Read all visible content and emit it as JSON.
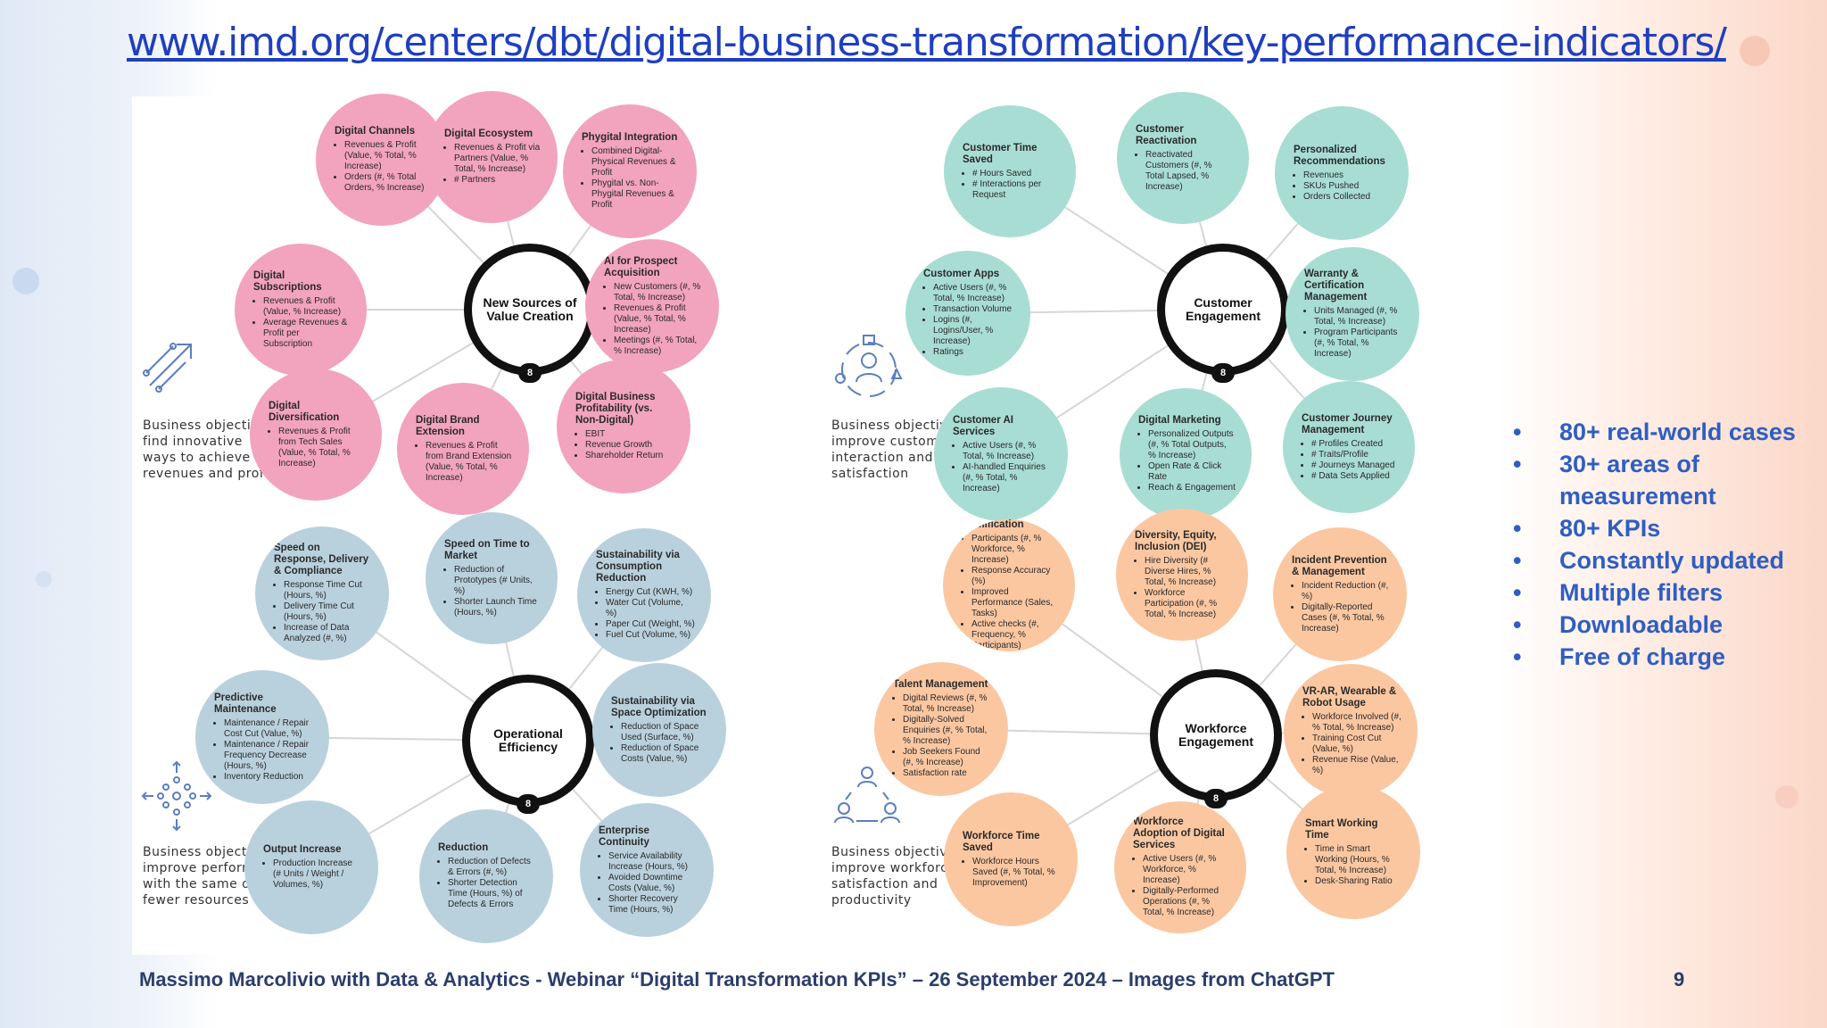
{
  "url": "www.imd.org/centers/dbt/digital-business-transformation/key-performance-indicators/",
  "colors": {
    "pink": "#f2a3bd",
    "teal": "#a8ddd3",
    "blue": "#b9d1dd",
    "peach": "#fbc7a1",
    "bullet_text": "#2f5ec2"
  },
  "quadrants": [
    {
      "id": "value-creation",
      "hub_title": "New Sources of Value Creation",
      "hub_count": "8",
      "icon": "circuit-arrow-icon",
      "objective": "Business objective: find innovative ways to achieve revenues and profit",
      "bubbles": [
        {
          "title": "Digital Channels",
          "items": [
            "Revenues & Profit (Value, % Total, % Increase)",
            "Orders (#, % Total Orders, % Increase)"
          ]
        },
        {
          "title": "Digital Ecosystem",
          "items": [
            "Revenues & Profit via Partners (Value, % Total, % Increase)",
            "# Partners"
          ]
        },
        {
          "title": "Phygital Integration",
          "items": [
            "Combined Digital-Physical Revenues & Profit",
            "Phygital vs. Non-Phygital Revenues & Profit"
          ]
        },
        {
          "title": "Digital Subscriptions",
          "items": [
            "Revenues & Profit (Value, % Increase)",
            "Average Revenues & Profit per Subscription"
          ]
        },
        {
          "title": "AI for Prospect Acquisition",
          "items": [
            "New Customers (#, % Total, % Increase)",
            "Revenues & Profit (Value, % Total, % Increase)",
            "Meetings (#, % Total, % Increase)"
          ]
        },
        {
          "title": "Digital Diversification",
          "items": [
            "Revenues & Profit from Tech Sales (Value, % Total, % Increase)"
          ]
        },
        {
          "title": "Digital Brand Extension",
          "items": [
            "Revenues & Profit from Brand Extension (Value, % Total, % Increase)"
          ]
        },
        {
          "title": "Digital Business Profitability (vs. Non-Digital)",
          "items": [
            "EBIT",
            "Revenue Growth",
            "Shareholder Return"
          ]
        }
      ]
    },
    {
      "id": "customer-engagement",
      "hub_title": "Customer Engagement",
      "hub_count": "8",
      "icon": "people-network-icon",
      "objective": "Business objective: improve customer interaction and satisfaction",
      "bubbles": [
        {
          "title": "Customer Time Saved",
          "items": [
            "# Hours Saved",
            "# Interactions per Request"
          ]
        },
        {
          "title": "Customer Reactivation",
          "items": [
            "Reactivated Customers (#, % Total Lapsed, % Increase)"
          ]
        },
        {
          "title": "Personalized Recommendations",
          "items": [
            "Revenues",
            "SKUs Pushed",
            "Orders Collected"
          ]
        },
        {
          "title": "Customer Apps",
          "items": [
            "Active Users (#, % Total, % Increase)",
            "Transaction Volume",
            "Logins (#, Logins/User, % Increase)",
            "Ratings"
          ]
        },
        {
          "title": "Warranty & Certification Management",
          "items": [
            "Units Managed (#, % Total, % Increase)",
            "Program Participants (#, % Total, % Increase)"
          ]
        },
        {
          "title": "Customer AI Services",
          "items": [
            "Active Users (#, % Total, % Increase)",
            "AI-handled Enquiries (#, % Total, % Increase)"
          ]
        },
        {
          "title": "Digital Marketing",
          "items": [
            "Personalized Outputs (#, % Total Outputs, % Increase)",
            "Open Rate & Click Rate",
            "Reach & Engagement"
          ]
        },
        {
          "title": "Customer Journey Management",
          "items": [
            "# Profiles Created",
            "# Traits/Profile",
            "# Journeys Managed",
            "# Data Sets Applied"
          ]
        }
      ]
    },
    {
      "id": "operational-efficiency",
      "hub_title": "Operational Efficiency",
      "hub_count": "8",
      "icon": "network-nodes-icon",
      "objective": "Business objective: improve performances with the same or fewer resources",
      "bubbles": [
        {
          "title": "Speed on Response, Delivery & Compliance",
          "items": [
            "Response Time Cut (Hours, %)",
            "Delivery Time Cut (Hours, %)",
            "Increase of Data Analyzed (#, %)"
          ]
        },
        {
          "title": "Speed on Time to Market",
          "items": [
            "Reduction of Prototypes (# Units, %)",
            "Shorter Launch Time (Hours, %)"
          ]
        },
        {
          "title": "Sustainability via Consumption Reduction",
          "items": [
            "Energy Cut (KWH, %)",
            "Water Cut (Volume, %)",
            "Paper Cut (Weight, %)",
            "Fuel Cut (Volume, %)"
          ]
        },
        {
          "title": "Predictive Maintenance",
          "items": [
            "Maintenance / Repair Cost Cut (Value, %)",
            "Maintenance / Repair Frequency Decrease (Hours, %)",
            "Inventory Reduction"
          ]
        },
        {
          "title": "Sustainability via Space Optimization",
          "items": [
            "Reduction of Space Used (Surface, %)",
            "Reduction of Space Costs (Value, %)"
          ]
        },
        {
          "title": "Output Increase",
          "items": [
            "Production Increase (# Units / Weight / Volumes, %)"
          ]
        },
        {
          "title": "Reduction",
          "items": [
            "Reduction of Defects & Errors (#, %)",
            "Shorter Detection Time (Hours, %) of Defects & Errors"
          ]
        },
        {
          "title": "Enterprise Continuity",
          "items": [
            "Service Availability Increase (Hours, %)",
            "Avoided Downtime Costs (Value, %)",
            "Shorter Recovery Time (Hours, %)"
          ]
        }
      ]
    },
    {
      "id": "workforce-engagement",
      "hub_title": "Workforce Engagement",
      "hub_count": "8",
      "icon": "team-cycle-icon",
      "objective": "Business objective: improve workforce satisfaction and productivity",
      "bubbles": [
        {
          "title": "Gamification",
          "items": [
            "Participants (#, % Workforce, % Increase)",
            "Response Accuracy (%)",
            "Improved Performance (Sales, Tasks)",
            "Active checks (#, Frequency, % Participants)"
          ]
        },
        {
          "title": "Diversity, Equity, Inclusion (DEI)",
          "items": [
            "Hire Diversity (# Diverse Hires, % Total, % Increase)",
            "Workforce Participation (#, % Total, % Increase)"
          ]
        },
        {
          "title": "Incident Prevention & Management",
          "items": [
            "Incident Reduction (#, %)",
            "Digitally-Reported Cases (#, % Total, % Increase)"
          ]
        },
        {
          "title": "Talent Management",
          "items": [
            "Digital Reviews (#, % Total, % Increase)",
            "Digitally-Solved Enquiries (#, % Total, % Increase)",
            "Job Seekers Found (#, % Increase)",
            "Satisfaction rate"
          ]
        },
        {
          "title": "VR-AR, Wearable & Robot Usage",
          "items": [
            "Workforce Involved (#, % Total, % Increase)",
            "Training Cost Cut (Value, %)",
            "Revenue Rise (Value, %)"
          ]
        },
        {
          "title": "Workforce Time Saved",
          "items": [
            "Workforce Hours Saved (#, % Total, % Improvement)"
          ]
        },
        {
          "title": "Workforce Adoption of Digital Services",
          "items": [
            "Active Users (#, % Workforce, % Increase)",
            "Digitally-Performed Operations (#, % Total, % Increase)"
          ]
        },
        {
          "title": "Smart Working Time",
          "items": [
            "Time in Smart Working (Hours, % Total, % Increase)",
            "Desk-Sharing Ratio"
          ]
        }
      ]
    }
  ],
  "bullets": [
    "80+ real-world cases",
    "30+ areas of measurement",
    "80+ KPIs",
    "Constantly updated",
    "Multiple filters",
    "Downloadable",
    "Free of charge"
  ],
  "footer": "Massimo Marcolivio with Data & Analytics - Webinar “Digital Transformation KPIs” – 26 September 2024 – Images from ChatGPT",
  "page_number": "9"
}
